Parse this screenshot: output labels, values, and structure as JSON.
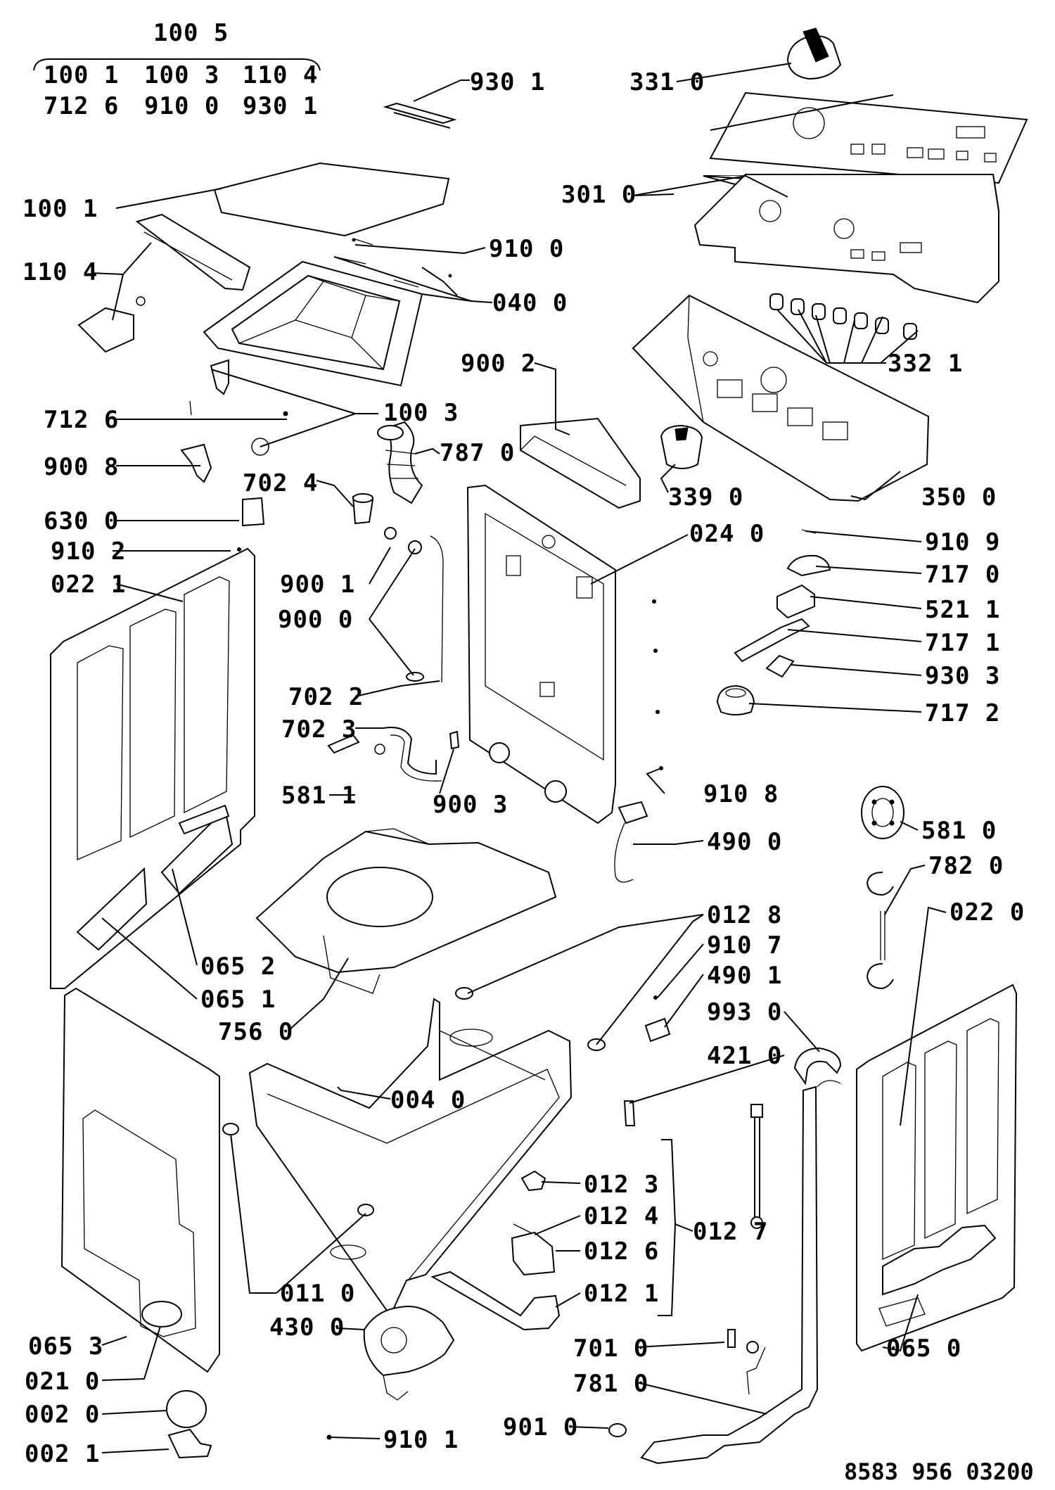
{
  "header_group": {
    "title": "100 5",
    "row1": [
      "100 1",
      "100 3",
      "110 4"
    ],
    "row2": [
      "712 6",
      "910 0",
      "930 1"
    ]
  },
  "labels": {
    "p9301": "930 1",
    "p3310": "331 0",
    "p3010": "301 0",
    "p1001": "100 1",
    "p9100": "910 0",
    "p1104": "110 4",
    "p0400": "040 0",
    "p3321": "332 1",
    "p9002": "900 2",
    "p7126": "712 6",
    "p1003": "100 3",
    "p9008": "900 8",
    "p7870": "787 0",
    "p7024": "702 4",
    "p3390": "339 0",
    "p3500": "350 0",
    "p6300": "630 0",
    "p0240": "024 0",
    "p9102": "910 2",
    "p9109": "910 9",
    "p0221": "022 1",
    "p9001": "900 1",
    "p7170": "717 0",
    "p9000": "900 0",
    "p5211": "521 1",
    "p7171": "717 1",
    "p9303": "930 3",
    "p7022": "702 2",
    "p7023": "702 3",
    "p7172": "717 2",
    "p5811": "581 1",
    "p9108": "910 8",
    "p9003": "900 3",
    "p5810": "581 0",
    "p4900": "490 0",
    "p7820": "782 0",
    "p0128": "012 8",
    "p0220": "022 0",
    "p0652": "065 2",
    "p9107": "910 7",
    "p0651": "065 1",
    "p4901": "490 1",
    "p7560": "756 0",
    "p9930": "993 0",
    "p4210": "421 0",
    "p0040": "004 0",
    "p0123": "012 3",
    "p0124": "012 4",
    "p0127": "012 7",
    "p0126": "012 6",
    "p0110": "011 0",
    "p0121": "012 1",
    "p4300": "430 0",
    "p0653": "065 3",
    "p7010": "701 0",
    "p0650": "065 0",
    "p0210": "021 0",
    "p7810": "781 0",
    "p0020": "002 0",
    "p9010": "901 0",
    "p0021": "002 1",
    "p9101": "910 1"
  },
  "footer": {
    "drawing_number": "8583 956 03200"
  }
}
